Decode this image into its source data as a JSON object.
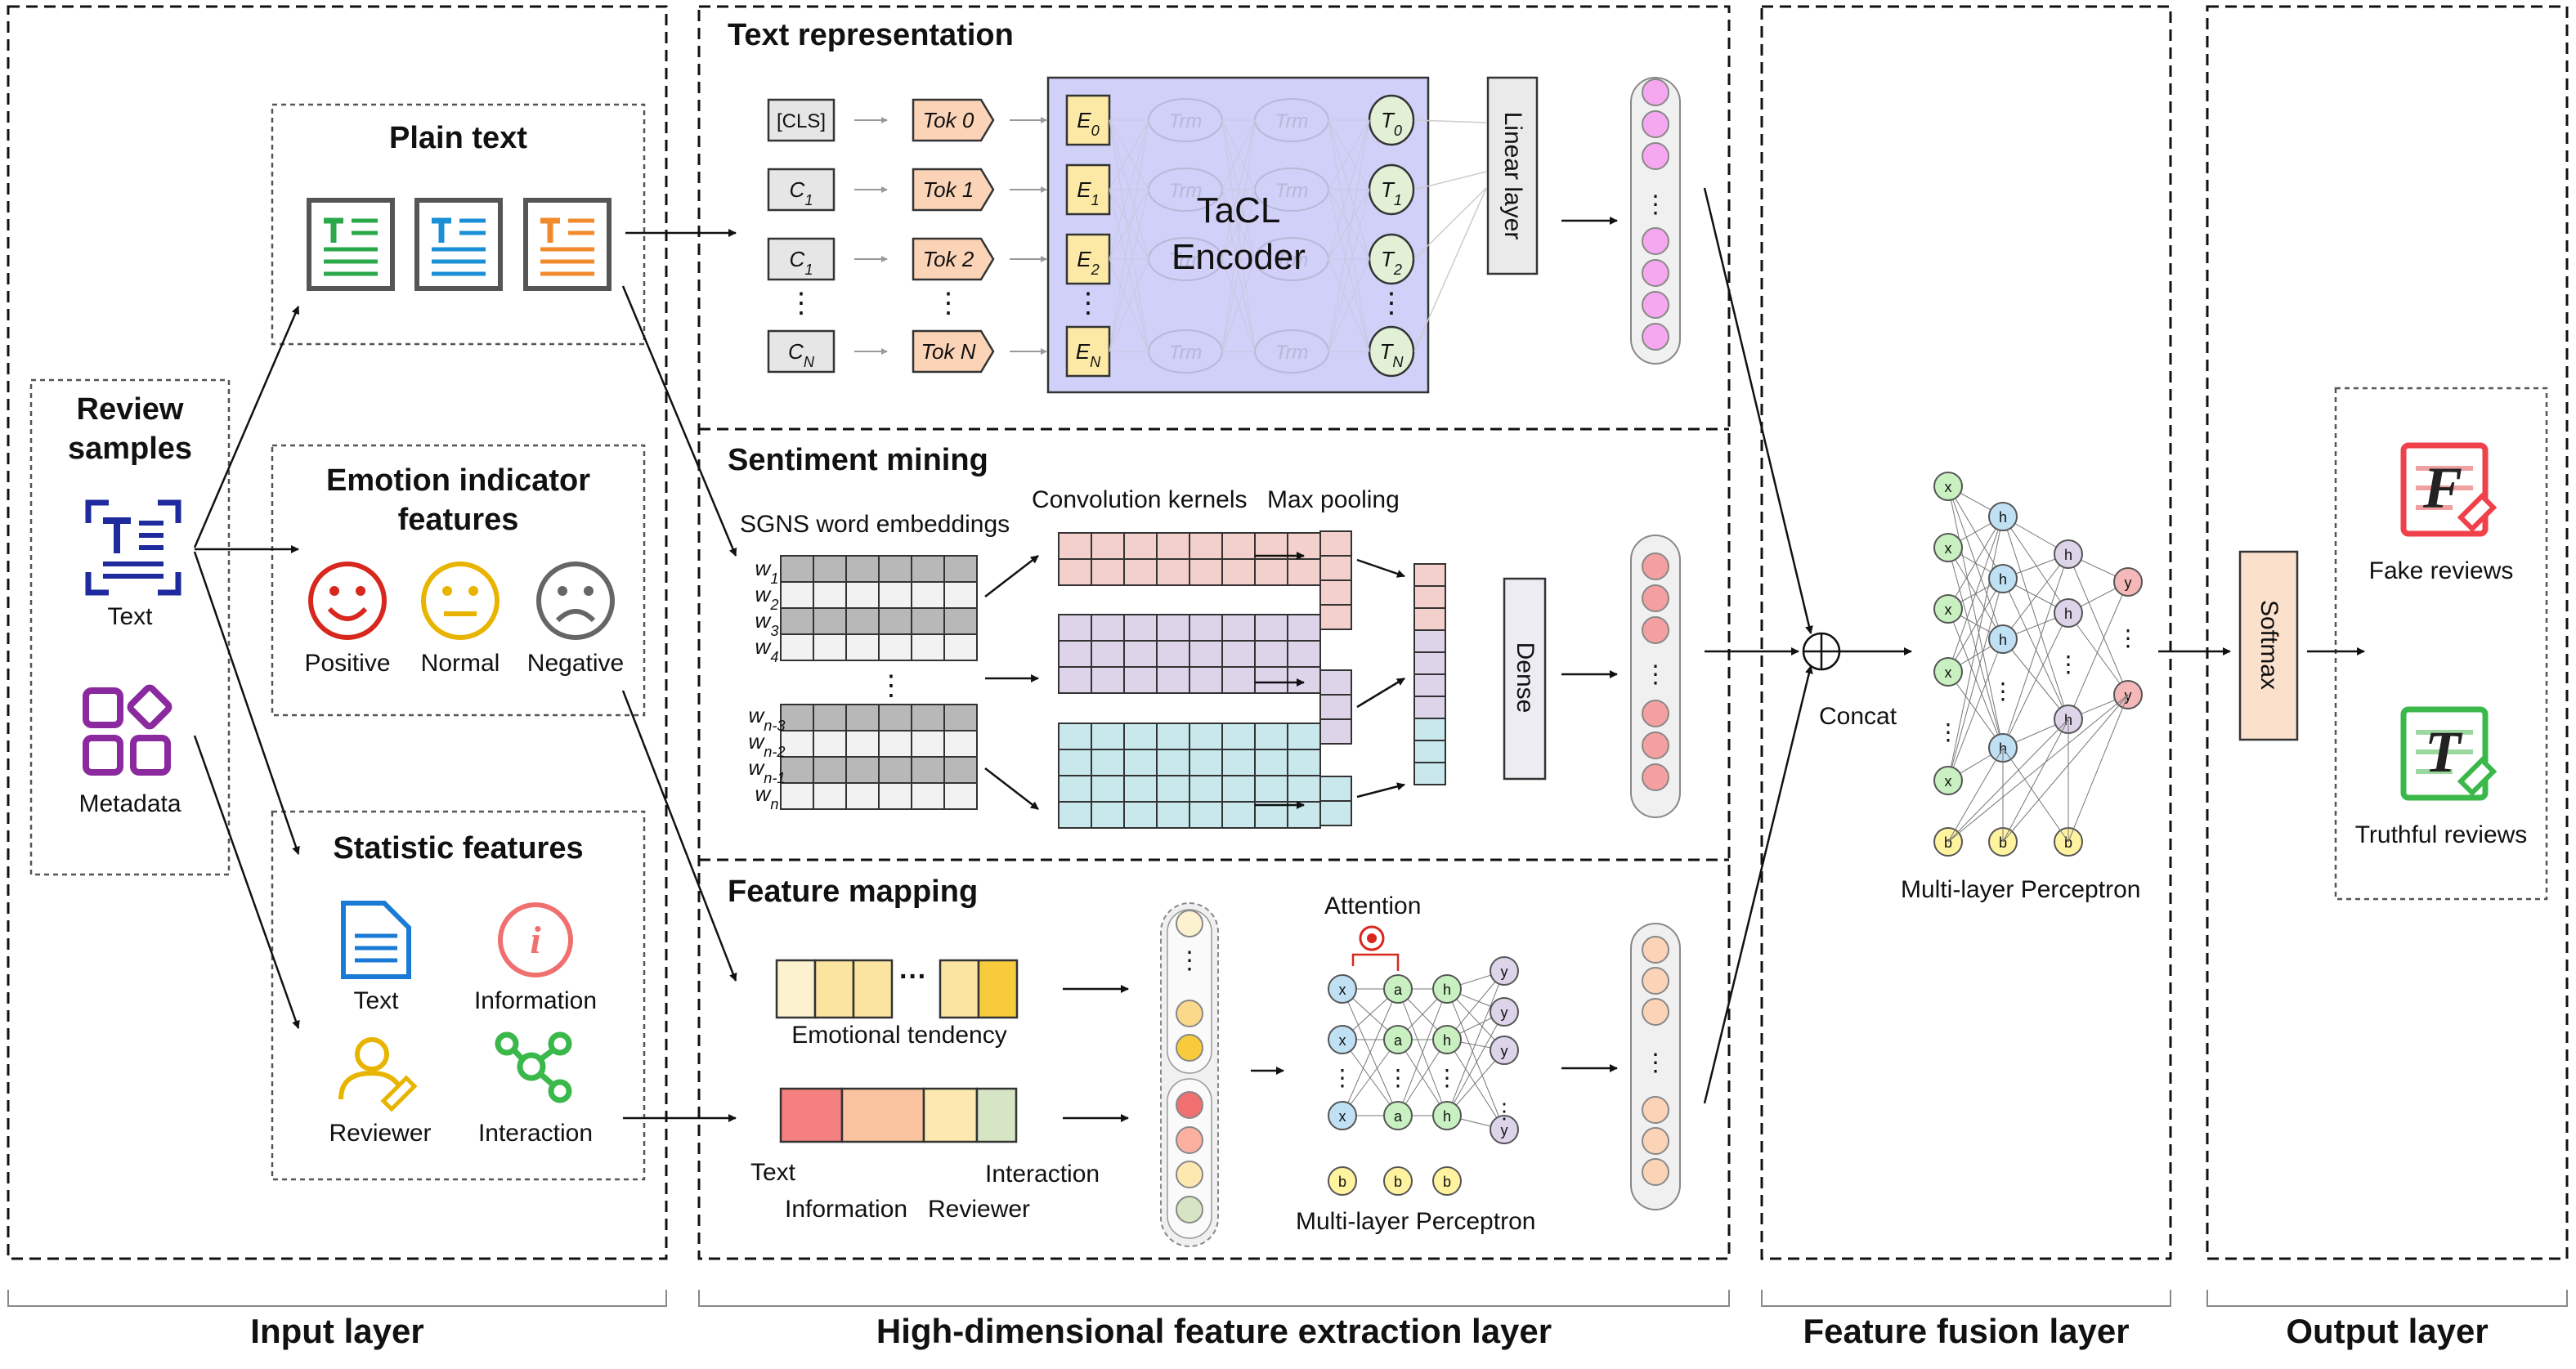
{
  "layers": {
    "input": "Input layer",
    "extraction": "High-dimensional feature extraction layer",
    "fusion": "Feature fusion layer",
    "output": "Output layer"
  },
  "input": {
    "review_title_1": "Review",
    "review_title_2": "samples",
    "text_label": "Text",
    "metadata_label": "Metadata",
    "plain_text_title": "Plain text",
    "emotion_title_1": "Emotion indicator",
    "emotion_title_2": "features",
    "emotions": [
      "Positive",
      "Normal",
      "Negative"
    ],
    "statistic_title": "Statistic features",
    "statistic_items": [
      "Text",
      "Information",
      "Reviewer",
      "Interaction"
    ]
  },
  "text_rep": {
    "title": "Text representation",
    "cls_token": "[CLS]",
    "inputs": [
      "C1",
      "C1",
      "CN"
    ],
    "toks": [
      "Tok 0",
      "Tok 1",
      "Tok 2",
      "Tok N"
    ],
    "embeds": [
      "E0",
      "E1",
      "E2",
      "EN"
    ],
    "outputs": [
      "T0",
      "T1",
      "T2",
      "TN"
    ],
    "trm": "Trm",
    "encoder_1": "TaCL",
    "encoder_2": "Encoder",
    "linear": "Linear layer",
    "ellipsis": "⋮"
  },
  "sentiment": {
    "title": "Sentiment mining",
    "sgns": "SGNS word embeddings",
    "conv": "Convolution kernels",
    "pool": "Max pooling",
    "dense": "Dense",
    "words": [
      "w1",
      "w2",
      "w3",
      "w4",
      "wn-3",
      "wn-2",
      "wn-1",
      "wn"
    ]
  },
  "mapping": {
    "title": "Feature mapping",
    "emotional_tendency": "Emotional tendency",
    "bar_labels": [
      "Text",
      "Information",
      "Reviewer",
      "Interaction"
    ],
    "attention": "Attention",
    "mlp": "Multi-layer Perceptron",
    "dots": "···"
  },
  "fusion": {
    "concat": "Concat",
    "mlp": "Multi-layer Perceptron"
  },
  "output": {
    "softmax": "Softmax",
    "fake": "Fake reviews",
    "truthful": "Truthful reviews"
  },
  "colors": {
    "pink": "#f5a8f0",
    "red": "#f4a0a0",
    "peach": "#fbd4b8",
    "encoder": "#d0d0f8",
    "tok": "#fbd4b8",
    "embed": "#fde9a6",
    "tn": "#e2f0d6"
  }
}
